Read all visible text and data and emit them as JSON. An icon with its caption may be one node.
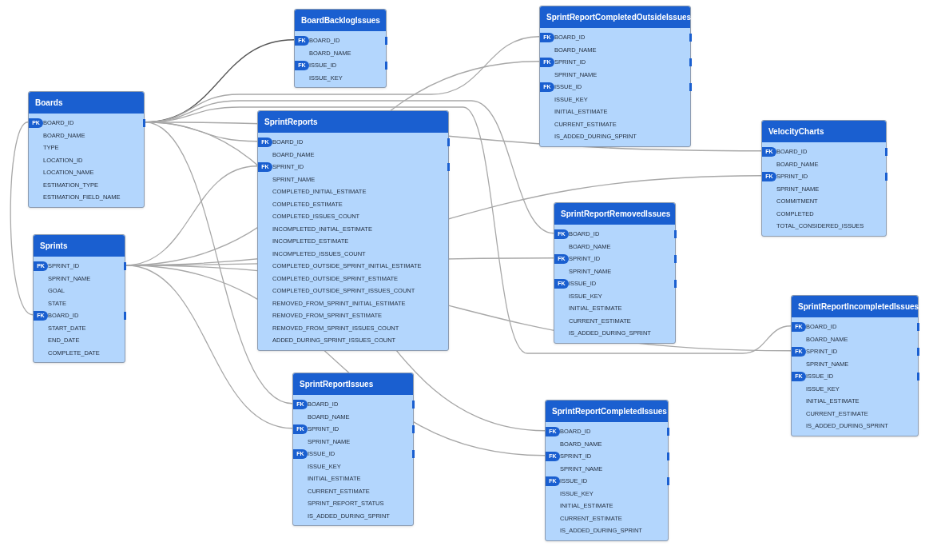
{
  "diagram": {
    "nodes": [
      {
        "text": [
          "Boards"
        ]
      },
      {
        "text": [
          "PK",
          "BOARD_ID"
        ],
        "in": 0
      },
      {
        "text": [
          "BOARD_NAME"
        ],
        "in": 0
      },
      {
        "text": [
          "TYPE"
        ],
        "in": 0
      },
      {
        "text": [
          "LOCATION_ID"
        ],
        "in": 0
      },
      {
        "text": [
          "LOCATION_NAME"
        ],
        "in": 0
      },
      {
        "text": [
          "ESTIMATION_TYPE"
        ],
        "in": 0
      },
      {
        "text": [
          "ESTIMATION_FIELD_NAME"
        ],
        "in": 0
      },
      {
        "text": [
          "Sprints"
        ]
      },
      {
        "text": [
          "PK",
          "SPRINT_ID"
        ],
        "in": 8
      },
      {
        "text": [
          "SPRINT_NAME"
        ],
        "in": 8
      },
      {
        "text": [
          "GOAL"
        ],
        "in": 8
      },
      {
        "text": [
          "STATE"
        ],
        "in": 8
      },
      {
        "text": [
          "FK",
          "BOARD_ID"
        ],
        "in": 8
      },
      {
        "text": [
          "START_DATE"
        ],
        "in": 8
      },
      {
        "text": [
          "END_DATE"
        ],
        "in": 8
      },
      {
        "text": [
          "COMPLETE_DATE"
        ],
        "in": 8
      },
      {
        "text": [
          "BoardBacklogIssues"
        ]
      },
      {
        "text": [
          "FK",
          "BOARD_ID"
        ],
        "in": 17
      },
      {
        "text": [
          "BOARD_NAME"
        ],
        "in": 17
      },
      {
        "text": [
          "FK",
          "ISSUE_ID"
        ],
        "in": 17
      },
      {
        "text": [
          "ISSUE_KEY"
        ],
        "in": 17
      },
      {
        "text": [
          "SprintReports"
        ]
      },
      {
        "text": [
          "FK",
          "BOARD_ID"
        ],
        "in": 22
      },
      {
        "text": [
          "BOARD_NAME"
        ],
        "in": 22
      },
      {
        "text": [
          "FK",
          "SPRINT_ID"
        ],
        "in": 22
      },
      {
        "text": [
          "SPRINT_NAME"
        ],
        "in": 22
      },
      {
        "text": [
          "COMPLETED_INITIAL_ESTIMATE"
        ],
        "in": 22
      },
      {
        "text": [
          "COMPLETED_ESTIMATE"
        ],
        "in": 22
      },
      {
        "text": [
          "COMPLETED_ISSUES_COUNT"
        ],
        "in": 22
      },
      {
        "text": [
          "INCOMPLETED_INITIAL_ESTIMATE"
        ],
        "in": 22
      },
      {
        "text": [
          "INCOMPLETED_ESTIMATE"
        ],
        "in": 22
      },
      {
        "text": [
          "INCOMPLETED_ISSUES_COUNT"
        ],
        "in": 22
      },
      {
        "text": [
          "COMPLETED_OUTSIDE_SPRINT_INITIAL_ESTIMATE"
        ],
        "in": 22
      },
      {
        "text": [
          "COMPLETED_OUTSIDE_SPRINT_ESTIMATE"
        ],
        "in": 22
      },
      {
        "text": [
          "COMPLETED_OUTSIDE_SPRINT_ISSUES_COUNT"
        ],
        "in": 22
      },
      {
        "text": [
          "REMOVED_FROM_SPRINT_INITIAL_ESTIMATE"
        ],
        "in": 22
      },
      {
        "text": [
          "REMOVED_FROM_SPRINT_ESTIMATE"
        ],
        "in": 22
      },
      {
        "text": [
          "REMOVED_FROM_SPRINT_ISSUES_COUNT"
        ],
        "in": 22
      },
      {
        "text": [
          "ADDED_DURING_SPRINT_ISSUES_COUNT"
        ],
        "in": 22
      },
      {
        "text": [
          "SprintReportCompletedOutsideIssues"
        ]
      },
      {
        "text": [
          "FK",
          "BOARD_ID"
        ],
        "in": 40
      },
      {
        "text": [
          "BOARD_NAME"
        ],
        "in": 40
      },
      {
        "text": [
          "FK",
          "SPRINT_ID"
        ],
        "in": 40
      },
      {
        "text": [
          "SPRINT_NAME"
        ],
        "in": 40
      },
      {
        "text": [
          "FK",
          "ISSUE_ID"
        ],
        "in": 40
      },
      {
        "text": [
          "ISSUE_KEY"
        ],
        "in": 40
      },
      {
        "text": [
          "INITIAL_ESTIMATE"
        ],
        "in": 40
      },
      {
        "text": [
          "CURRENT_ESTIMATE"
        ],
        "in": 40
      },
      {
        "text": [
          "IS_ADDED_DURING_SPRINT"
        ],
        "in": 40
      },
      {
        "text": [
          "VelocityCharts"
        ]
      },
      {
        "text": [
          "FK",
          "BOARD_ID"
        ],
        "in": 50
      },
      {
        "text": [
          "BOARD_NAME"
        ],
        "in": 50
      },
      {
        "text": [
          "FK",
          "SPRINT_ID"
        ],
        "in": 50
      },
      {
        "text": [
          "SPRINT_NAME"
        ],
        "in": 50
      },
      {
        "text": [
          "COMMITMENT"
        ],
        "in": 50
      },
      {
        "text": [
          "COMPLETED"
        ],
        "in": 50
      },
      {
        "text": [
          "TOTAL_CONSIDERED_ISSUES"
        ],
        "in": 50
      },
      {
        "text": [
          "SprintReportRemovedIssues"
        ]
      },
      {
        "text": [
          "FK",
          "BOARD_ID"
        ],
        "in": 58
      },
      {
        "text": [
          "BOARD_NAME"
        ],
        "in": 58
      },
      {
        "text": [
          "FK",
          "SPRINT_ID"
        ],
        "in": 58
      },
      {
        "text": [
          "SPRINT_NAME"
        ],
        "in": 58
      },
      {
        "text": [
          "FK",
          "ISSUE_ID"
        ],
        "in": 58
      },
      {
        "text": [
          "ISSUE_KEY"
        ],
        "in": 58
      },
      {
        "text": [
          "INITIAL_ESTIMATE"
        ],
        "in": 58
      },
      {
        "text": [
          "CURRENT_ESTIMATE"
        ],
        "in": 58
      },
      {
        "text": [
          "IS_ADDED_DURING_SPRINT"
        ],
        "in": 58
      },
      {
        "text": [
          "SprintReportIncompletedIssues"
        ]
      },
      {
        "text": [
          "FK",
          "BOARD_ID"
        ],
        "in": 68
      },
      {
        "text": [
          "BOARD_NAME"
        ],
        "in": 68
      },
      {
        "text": [
          "FK",
          "SPRINT_ID"
        ],
        "in": 68
      },
      {
        "text": [
          "SPRINT_NAME"
        ],
        "in": 68
      },
      {
        "text": [
          "FK",
          "ISSUE_ID"
        ],
        "in": 68
      },
      {
        "text": [
          "ISSUE_KEY"
        ],
        "in": 68
      },
      {
        "text": [
          "INITIAL_ESTIMATE"
        ],
        "in": 68
      },
      {
        "text": [
          "CURRENT_ESTIMATE"
        ],
        "in": 68
      },
      {
        "text": [
          "IS_ADDED_DURING_SPRINT"
        ],
        "in": 68
      },
      {
        "text": [
          "SprintReportIssues"
        ]
      },
      {
        "text": [
          "FK",
          "BOARD_ID"
        ],
        "in": 78
      },
      {
        "text": [
          "BOARD_NAME"
        ],
        "in": 78
      },
      {
        "text": [
          "FK",
          "SPRINT_ID"
        ],
        "in": 78
      },
      {
        "text": [
          "SPRINT_NAME"
        ],
        "in": 78
      },
      {
        "text": [
          "FK",
          "ISSUE_ID"
        ],
        "in": 78
      },
      {
        "text": [
          "ISSUE_KEY"
        ],
        "in": 78
      },
      {
        "text": [
          "INITIAL_ESTIMATE"
        ],
        "in": 78
      },
      {
        "text": [
          "CURRENT_ESTIMATE"
        ],
        "in": 78
      },
      {
        "text": [
          "SPRINT_REPORT_STATUS"
        ],
        "in": 78
      },
      {
        "text": [
          "IS_ADDED_DURING_SPRINT"
        ],
        "in": 78
      },
      {
        "text": [
          "SprintReportCompletedIssues"
        ]
      },
      {
        "text": [
          "FK",
          "BOARD_ID"
        ],
        "in": 89
      },
      {
        "text": [
          "BOARD_NAME"
        ],
        "in": 89
      },
      {
        "text": [
          "FK",
          "SPRINT_ID"
        ],
        "in": 89
      },
      {
        "text": [
          "SPRINT_NAME"
        ],
        "in": 89
      },
      {
        "text": [
          "FK",
          "ISSUE_ID"
        ],
        "in": 89
      },
      {
        "text": [
          "ISSUE_KEY"
        ],
        "in": 89
      },
      {
        "text": [
          "INITIAL_ESTIMATE"
        ],
        "in": 89
      },
      {
        "text": [
          "CURRENT_ESTIMATE"
        ],
        "in": 89
      },
      {
        "text": [
          "IS_ADDED_DURING_SPRINT"
        ],
        "in": 89
      }
    ],
    "edges": [
      {
        "from": 1,
        "to": 13,
        "arrow": "none"
      },
      {
        "from": 1,
        "to": 18,
        "arrow": "none",
        "color": "#555555"
      },
      {
        "from": 1,
        "to": 23,
        "arrow": "none"
      },
      {
        "from": 1,
        "to": 41,
        "arrow": "none"
      },
      {
        "from": 1,
        "to": 51,
        "arrow": "none"
      },
      {
        "from": 1,
        "to": 59,
        "arrow": "none"
      },
      {
        "from": 1,
        "to": 69,
        "arrow": "none"
      },
      {
        "from": 1,
        "to": 79,
        "arrow": "none"
      },
      {
        "from": 1,
        "to": 90,
        "arrow": "none"
      },
      {
        "from": 9,
        "to": 25,
        "arrow": "none"
      },
      {
        "from": 9,
        "to": 43,
        "arrow": "none"
      },
      {
        "from": 9,
        "to": 53,
        "arrow": "none"
      },
      {
        "from": 9,
        "to": 61,
        "arrow": "none"
      },
      {
        "from": 9,
        "to": 71,
        "arrow": "none"
      },
      {
        "from": 9,
        "to": 81,
        "arrow": "none"
      },
      {
        "from": 9,
        "to": 92,
        "arrow": "none"
      }
    ]
  }
}
